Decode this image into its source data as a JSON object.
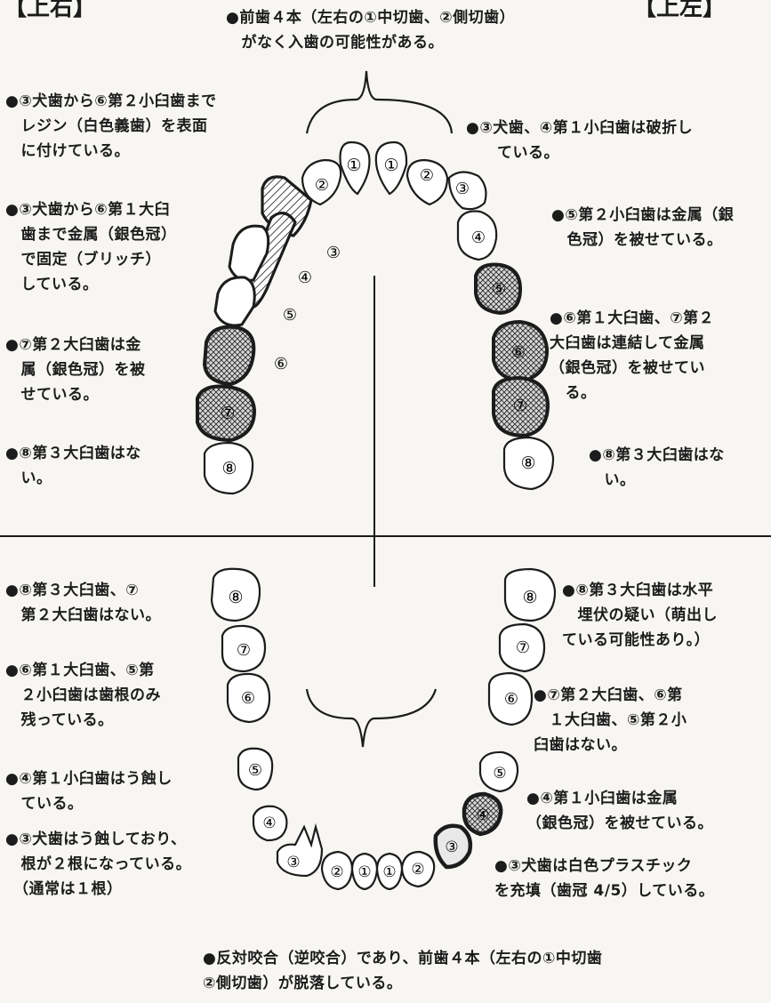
{
  "labels": {
    "upper_right_quadrant": "【上右】",
    "upper_left_quadrant": "【上左】"
  },
  "notes": {
    "top_center": "●前歯４本（左右の①中切歯、②側切歯）\n　がなく入歯の可能性がある。",
    "ur_resin": "●③犬歯から⑥第２小臼歯まで\n　レジン（白色義歯）を表面\n　に付けている。",
    "ur_bridge": "●③犬歯から⑥第１大臼\n　歯まで金属（銀色冠）\n　で固定（ブリッチ）\n　している。",
    "ur_m2": "●⑦第２大臼歯は金\n　属（銀色冠）を被\n　せている。",
    "ur_m3": "●⑧第３大臼歯はな\n　い。",
    "ul_broken": "●③犬歯、④第１小臼歯は破折し\n　　ている。",
    "ul_p2": "●⑤第２小臼歯は金属（銀\n　色冠）を被せている。",
    "ul_m12": "●⑥第１大臼歯、⑦第２\n大臼歯は連結して金属\n（銀色冠）を被せてい\n　る。",
    "ul_m3": "●⑧第３大臼歯はな\n　い。",
    "lr_m3m2": "●⑧第３大臼歯、⑦\n　第２大臼歯はない。",
    "lr_roots": "●⑥第１大臼歯、⑤第\n　２小臼歯は歯根のみ\n　残っている。",
    "lr_p1": "●④第１小臼歯はう蝕し\n　ている。",
    "lr_canine": "●③犬歯はう蝕しており、\n　根が２根になっている。\n　（通常は１根）",
    "ll_m3": "●⑧第３大臼歯は水平\n　埋伏の疑い（萌出し\nている可能性あり。）",
    "ll_missing": "●⑦第２大臼歯、⑥第\n　１大臼歯、⑤第２小\n臼歯はない。",
    "ll_p1": "●④第１小臼歯は金属\n（銀色冠）を被せている。",
    "ll_canine": "●③犬歯は白色プラスチック\nを充填（歯冠 4/5）している。",
    "bottom_center": "●反対咬合（逆咬合）であり、前歯４本（左右の①中切歯\n②側切歯）が脱落している。"
  },
  "teeth": {
    "upper": [
      {
        "n": "①",
        "state": "missing-outline"
      },
      {
        "n": "①",
        "state": "missing-outline"
      },
      {
        "n": "②",
        "state": "missing-outline"
      },
      {
        "n": "②",
        "state": "missing-outline"
      },
      {
        "n": "③",
        "state": "resin-bridge"
      },
      {
        "n": "④",
        "state": "resin-bridge"
      },
      {
        "n": "⑤",
        "state": "resin-bridge"
      },
      {
        "n": "⑥",
        "state": "metal-crown"
      },
      {
        "n": "⑦",
        "state": "metal-crown"
      },
      {
        "n": "⑧",
        "state": "missing-outline"
      },
      {
        "n": "③",
        "state": "broken"
      },
      {
        "n": "④",
        "state": "broken"
      },
      {
        "n": "⑤",
        "state": "metal-crown"
      },
      {
        "n": "⑥",
        "state": "metal-crown-joined"
      },
      {
        "n": "⑦",
        "state": "metal-crown-joined"
      },
      {
        "n": "⑧",
        "state": "missing-outline"
      }
    ],
    "lower": [
      {
        "n": "⑧",
        "state": "missing-outline"
      },
      {
        "n": "⑦",
        "state": "missing-outline"
      },
      {
        "n": "⑥",
        "state": "root-only"
      },
      {
        "n": "⑤",
        "state": "root-only"
      },
      {
        "n": "④",
        "state": "caries"
      },
      {
        "n": "③",
        "state": "double-root"
      },
      {
        "n": "②",
        "state": "missing-outline"
      },
      {
        "n": "①",
        "state": "missing-outline"
      },
      {
        "n": "①",
        "state": "missing-outline"
      },
      {
        "n": "②",
        "state": "missing-outline"
      },
      {
        "n": "③",
        "state": "resin-fill"
      },
      {
        "n": "④",
        "state": "metal-crown"
      },
      {
        "n": "⑤",
        "state": "missing-outline"
      },
      {
        "n": "⑥",
        "state": "missing-outline"
      },
      {
        "n": "⑦",
        "state": "missing-outline"
      },
      {
        "n": "⑧",
        "state": "missing-outline"
      }
    ]
  },
  "colors": {
    "ink": "#1c1c1c",
    "paper": "#f7f6f2",
    "crown": "#cfcfcf"
  }
}
